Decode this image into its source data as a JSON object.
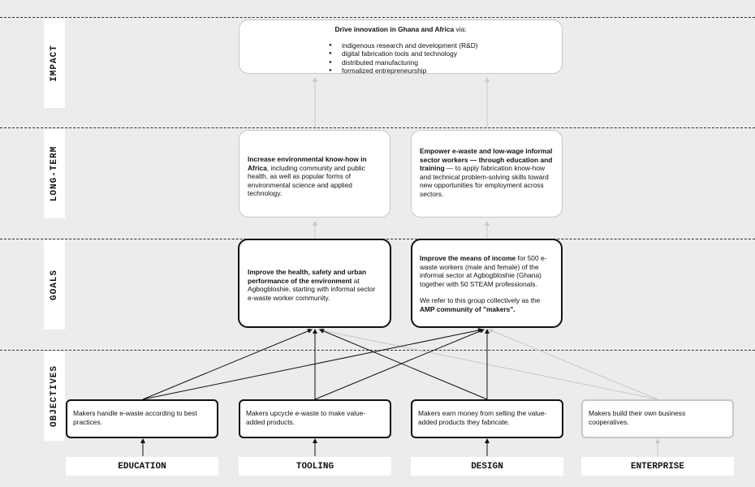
{
  "rows": {
    "impact": "IMPACT",
    "long_term": "LONG-TERM",
    "goals": "GOALS",
    "objectives": "OBJECTIVES"
  },
  "impact_box": {
    "title_bold": "Drive innovation in Ghana and Africa",
    "title_rest": " via:",
    "items": [
      "indigenous research and development (R&D)",
      "digital fabrication tools and technology",
      "distributed manufacturing",
      "formalized entrepreneurship"
    ]
  },
  "long_term": {
    "left_bold": "Increase environmental know-how in Africa",
    "left_rest": ", including community and public health, as well as popular forms of environmental science and applied technology.",
    "right_bold": "Empower e-waste and low-wage informal sector workers — through education and training",
    "right_rest": " — to apply fabrication know-how and technical problem-solving skills toward new opportunities for employment across sectors."
  },
  "goals": {
    "left_bold": "Improve the health, safety and urban performance of the environment",
    "left_rest": " at Agbogbloshie, starting with informal sector e-waste worker community.",
    "right_bold": "Improve the means of income",
    "right_rest": " for 500 e-waste workers (male and female) of the informal sector at Agbogbloshie (Ghana) together with 50 STEAM professionals.",
    "right_p2_pre": "We refer to this group collectively as the ",
    "right_p2_bold": "AMP community of \"makers\"."
  },
  "objectives": [
    "Makers handle e-waste according to best practices.",
    "Makers upcycle e-waste to make value-added products.",
    "Makers earn money from selling the value-added products they fabricate.",
    "Makers build their own business cooperatives."
  ],
  "labels": [
    "EDUCATION",
    "TOOLING",
    "DESIGN",
    "ENTERPRISE"
  ],
  "colors": {
    "background": "#ececec",
    "strong_line": "#111111",
    "faint_line": "#c8c8c8"
  }
}
